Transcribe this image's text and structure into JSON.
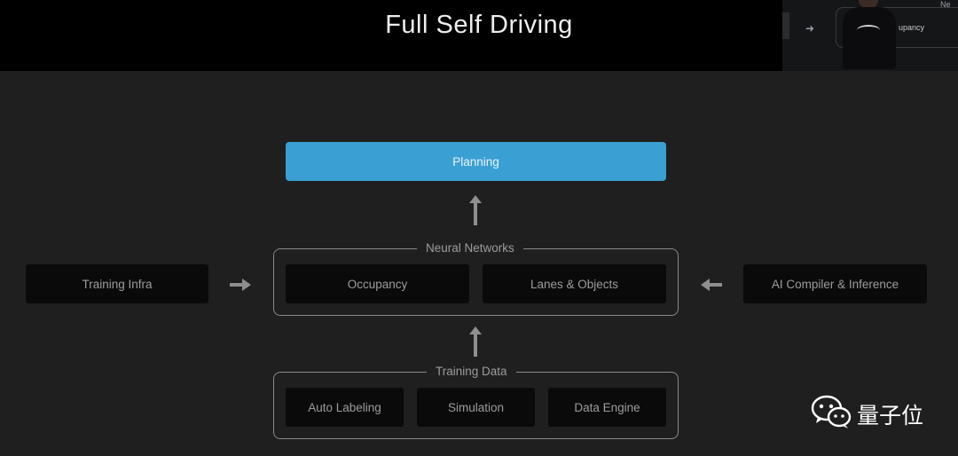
{
  "header": {
    "title": "Full Self Driving",
    "pip": {
      "label_fragment": "upancy",
      "corner_fragment": "Ne"
    }
  },
  "diagram": {
    "planning": "Planning",
    "neural_networks": {
      "label": "Neural Networks",
      "items": [
        "Occupancy",
        "Lanes & Objects"
      ]
    },
    "training_infra": "Training Infra",
    "ai_compiler": "AI Compiler & Inference",
    "training_data": {
      "label": "Training Data",
      "items": [
        "Auto Labeling",
        "Simulation",
        "Data Engine"
      ]
    }
  },
  "watermark": {
    "text": "量子位",
    "icon": "wechat-icon"
  },
  "colors": {
    "accent": "#3a9fd2",
    "background": "#1e1f1e",
    "box": "#0a0a0a"
  }
}
